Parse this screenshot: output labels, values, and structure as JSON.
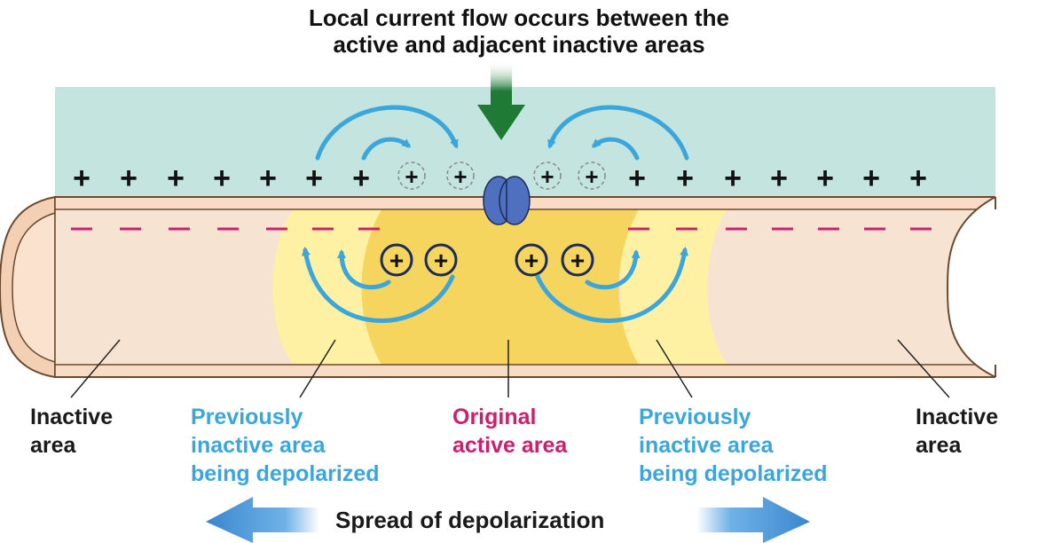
{
  "title": {
    "line1": "Local current flow occurs between the",
    "line2": "active and adjacent inactive areas"
  },
  "labels": {
    "inactive_left": [
      "Inactive",
      "area"
    ],
    "previously_left": [
      "Previously",
      "inactive area",
      "being depolarized"
    ],
    "original": [
      "Original",
      "active area"
    ],
    "previously_right": [
      "Previously",
      "inactive area",
      "being depolarized"
    ],
    "inactive_right": [
      "Inactive",
      "area"
    ]
  },
  "spread_label": "Spread of depolarization",
  "symbols": {
    "plus": "+",
    "minus": "–"
  },
  "colors": {
    "extracellular": "#c3e4df",
    "axon_outer": "#f3d0b4",
    "axon_inner": "#fae2cf",
    "depolarizing": "#fff3a0",
    "active": "#f6d45b",
    "current_arrow": "#3aa6dc",
    "stimulus_arrow": "#1f7a35",
    "ion_channel": "#4f6fbf",
    "membrane_minus": "#cc1f6e",
    "label_blue": "#3aa6dc",
    "label_magenta": "#cc1f6e"
  }
}
